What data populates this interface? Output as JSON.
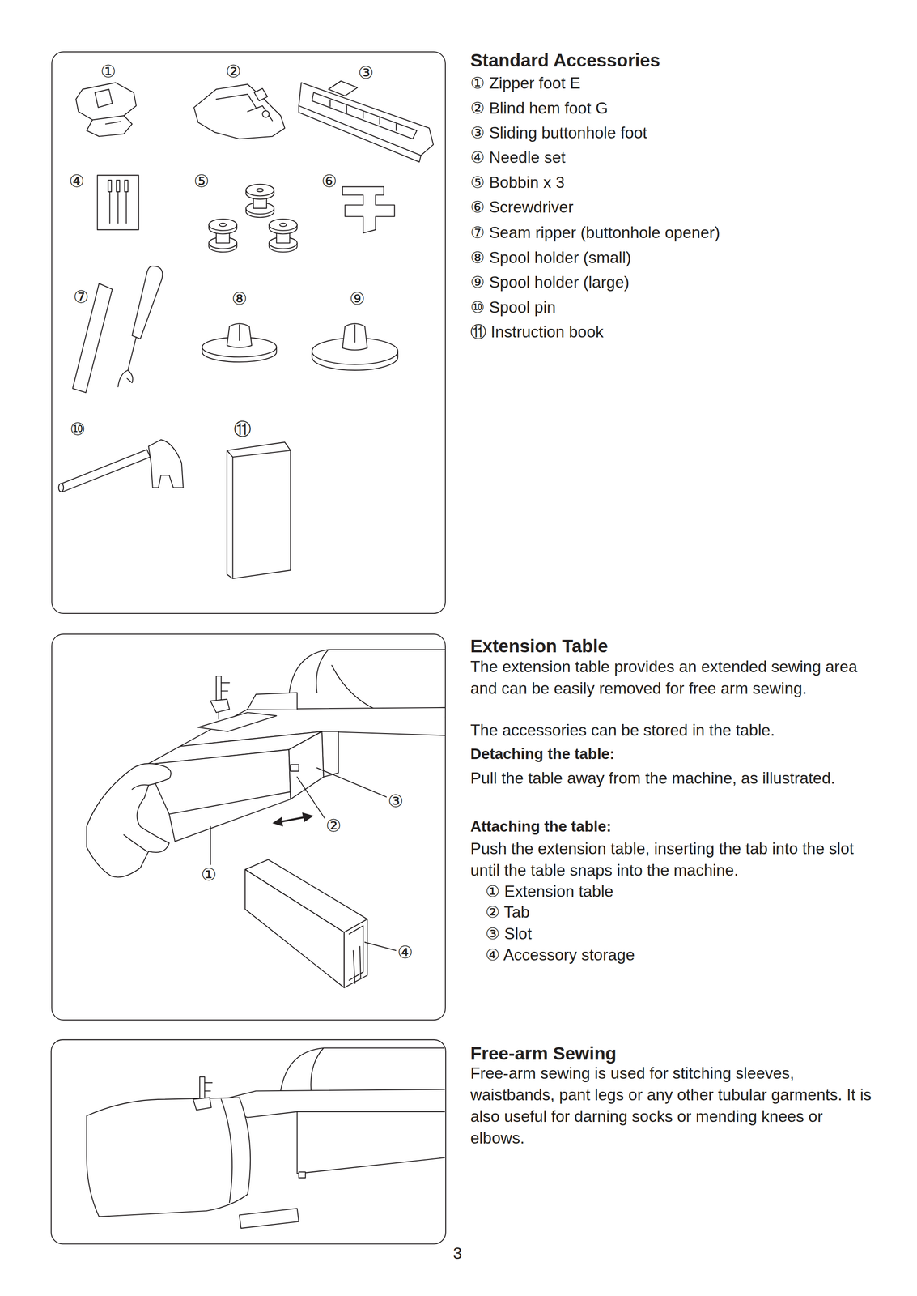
{
  "diagram": {
    "nodes": [
      {
        "text": [
          "①",
          "②",
          "③",
          "④",
          "⑤",
          "⑥",
          "⑦",
          "⑧",
          "⑨",
          "⑩",
          "⑪"
        ]
      },
      {
        "text": [
          "③",
          "②",
          "①",
          "④"
        ]
      }
    ],
    "labels": [
      "Standard Accessories",
      "① Zipper foot E",
      "② Blind hem foot G",
      "③ Sliding buttonhole foot",
      "④ Needle set",
      "⑤ Bobbin x 3",
      "⑥ Screwdriver",
      "⑦ Seam ripper (buttonhole opener)",
      "⑧ Spool holder (small)",
      "⑨ Spool holder (large)",
      "⑩ Spool pin",
      "⑪ Instruction book",
      "Extension Table",
      "The extension table provides an extended sewing area and can be easily removed for free arm sewing.",
      "The accessories can be stored in the table.",
      "Detaching the table:",
      "Pull the table away from the machine, as illustrated.",
      "Attaching the table:",
      "Push the extension table, inserting the tab into the slot until the table snaps into the machine.",
      "① Extension table",
      "② Tab",
      "③ Slot",
      "④ Accessory storage",
      "Free-arm Sewing",
      "Free-arm sewing is used for stitching sleeves, waistbands, pant legs or any other tubular garments. It is also useful for darning socks or mending knees or elbows.",
      "3"
    ]
  }
}
